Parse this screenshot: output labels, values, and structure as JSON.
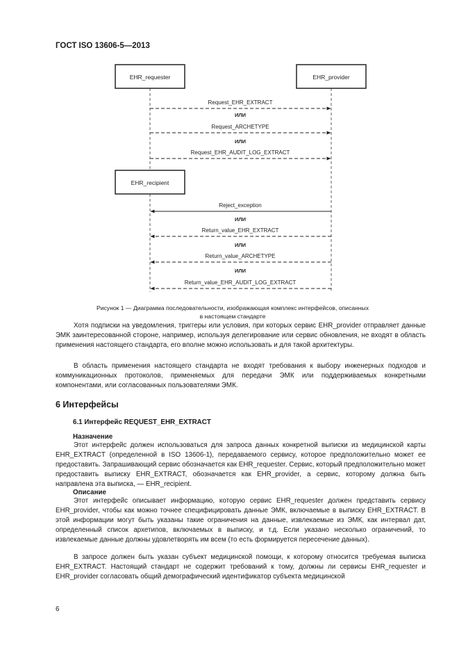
{
  "header": {
    "standard": "ГОСТ ISO 13606-5—2013"
  },
  "diagram": {
    "lifelines": {
      "requester": "EHR_requester",
      "provider": "EHR_provider",
      "recipient": "EHR_recipient"
    },
    "requests": [
      "Request_EHR_EXTRACT",
      "Request_ARCHETYPE",
      "Request_EHR_AUDIT_LOG_EXTRACT"
    ],
    "responses": [
      "Reject_exception",
      "Return_value_EHR_EXTRACT",
      "Return_value_ARCHETYPE",
      "Return_value_EHR_AUDIT_LOG_EXTRACT"
    ],
    "or_label": "ИЛИ"
  },
  "caption": {
    "line1": "Рисунок 1 — Диаграмма последовательности, изображающая комплекс интерфейсов, описанных",
    "line2": "в настоящем стандарте"
  },
  "paragraphs": {
    "p1": "Хотя подписки на уведомления, триггеры или условия, при которых сервис EHR_provider отправляет данные ЭМК заинтересованной стороне, например, используя делегирование или сервис обновления, не входят в область применения настоящего стандарта, его вполне можно использовать и для такой архитектуры.",
    "p2": "В область применения настоящего стандарта не входят требования к выбору инженерных подходов и коммуникационных протоколов, применяемых для передачи ЭМК или поддерживаемых конкретными компонентами, или согласованных пользователями ЭМК.",
    "section_title": "6 Интерфейсы",
    "subsection_title": "6.1 Интерфейс REQUEST_EHR_EXTRACT",
    "purpose_title": "Назначение",
    "purpose_text": "Этот интерфейс должен использоваться для запроса данных конкретной выписки из медицинской карты EHR_EXTRACT (определенной в ISO 13606-1), передаваемого сервису, которое предположительно может ее предоставить. Запрашивающий сервис обозначается как EHR_requester. Сервис, который предположительно может предоставить выписку EHR_EXTRACT, обозначается как EHR_provider, а сервис, которому должна быть направлена эта выписка, — EHR_recipient.",
    "description_title": "Описание",
    "description_text": "Этот интерфейс описывает информацию, которую сервис EHR_requester должен представить сервису EHR_provider, чтобы как можно точнее специфицировать данные ЭМК, включаемые в выписку EHR_EXTRACT. В этой информации могут быть указаны такие ограничения на данные, извлекаемые из ЭМК, как интервал дат, определенный список архетипов, включаемых в выписку, и т.д. Если указано несколько ограничений, то извлекаемые данные должны удовлетворять им всем (то есть формируется пересечение данных).",
    "p_last": "В запросе должен быть указан субъект медицинской помощи, к которому относится требуемая выписка EHR_EXTRACT. Настоящий стандарт не содержит требований к тому, должны ли сервисы EHR_requester и EHR_provider согласовать общий демографический идентификатор субъекта медицинской"
  },
  "page_number": "6"
}
